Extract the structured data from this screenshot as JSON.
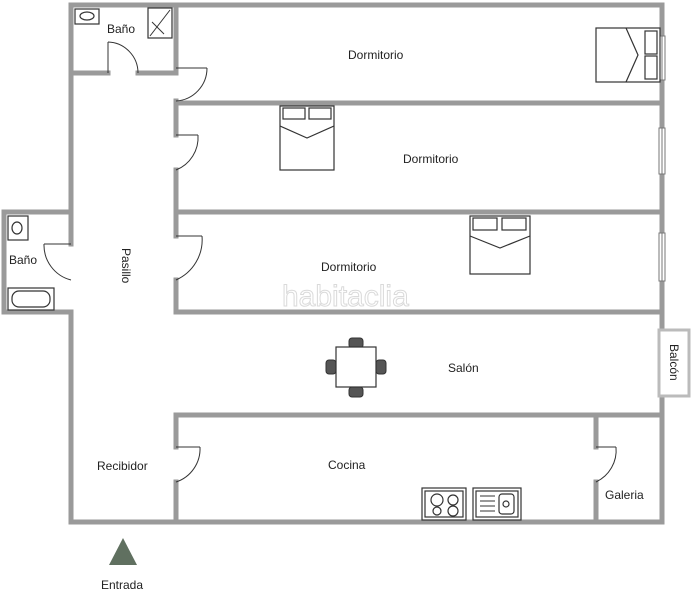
{
  "rooms": {
    "bano_top": "Baño",
    "dormitorio_1": "Dormitorio",
    "dormitorio_2": "Dormitorio",
    "dormitorio_3": "Dormitorio",
    "bano_left": "Baño",
    "pasillo": "Pasillo",
    "salon": "Salón",
    "balcon": "Balcón",
    "recibidor": "Recibidor",
    "cocina": "Cocina",
    "galeria": "Galeria",
    "entrada": "Entrada"
  },
  "watermark": "habitaclia",
  "colors": {
    "wall": "#9a9a9a",
    "furniture_line": "#333333",
    "entrance_marker": "#607060"
  }
}
